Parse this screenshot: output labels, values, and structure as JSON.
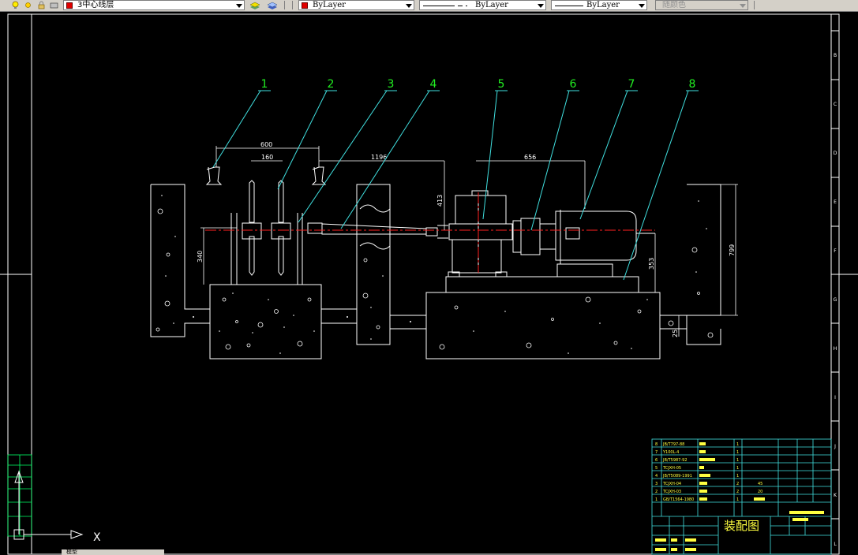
{
  "toolbar": {
    "layer_name": "3中心线层",
    "color_value": "ByLayer",
    "linetype_value": "ByLayer",
    "lineweight_value": "ByLayer",
    "plotstyle_value": "随颜色"
  },
  "drawing": {
    "balloons": [
      "1",
      "2",
      "3",
      "4",
      "5",
      "6",
      "7",
      "8"
    ],
    "dimensions": {
      "d600": "600",
      "d160": "160",
      "d1196": "1196",
      "d656": "656",
      "d413": "413",
      "d340": "340",
      "d353": "353",
      "d799": "799",
      "d25": "25"
    },
    "border_letters": [
      "B",
      "C",
      "D",
      "E",
      "F",
      "G",
      "H",
      "I",
      "J",
      "K",
      "L"
    ]
  },
  "title_block": {
    "title": "装配图",
    "parts_rows": [
      {
        "no": "8",
        "code": "JB/T797-88",
        "qty": "1"
      },
      {
        "no": "7",
        "code": "Y100L-4",
        "qty": "1"
      },
      {
        "no": "6",
        "code": "JB/T5987-92",
        "qty": "1"
      },
      {
        "no": "5",
        "code": "TCJXH-05",
        "qty": "1"
      },
      {
        "no": "4",
        "code": "JB/T5089-1991",
        "qty": "1"
      },
      {
        "no": "3",
        "code": "TCJXH-04",
        "qty": "2",
        "material": "45"
      },
      {
        "no": "2",
        "code": "TCJXH-03",
        "qty": "2",
        "material": "20"
      },
      {
        "no": "1",
        "code": "GB/T1564-1980",
        "qty": "1"
      }
    ]
  },
  "ucs": {
    "x_label": "X"
  },
  "tabs": {
    "model": "模型"
  }
}
